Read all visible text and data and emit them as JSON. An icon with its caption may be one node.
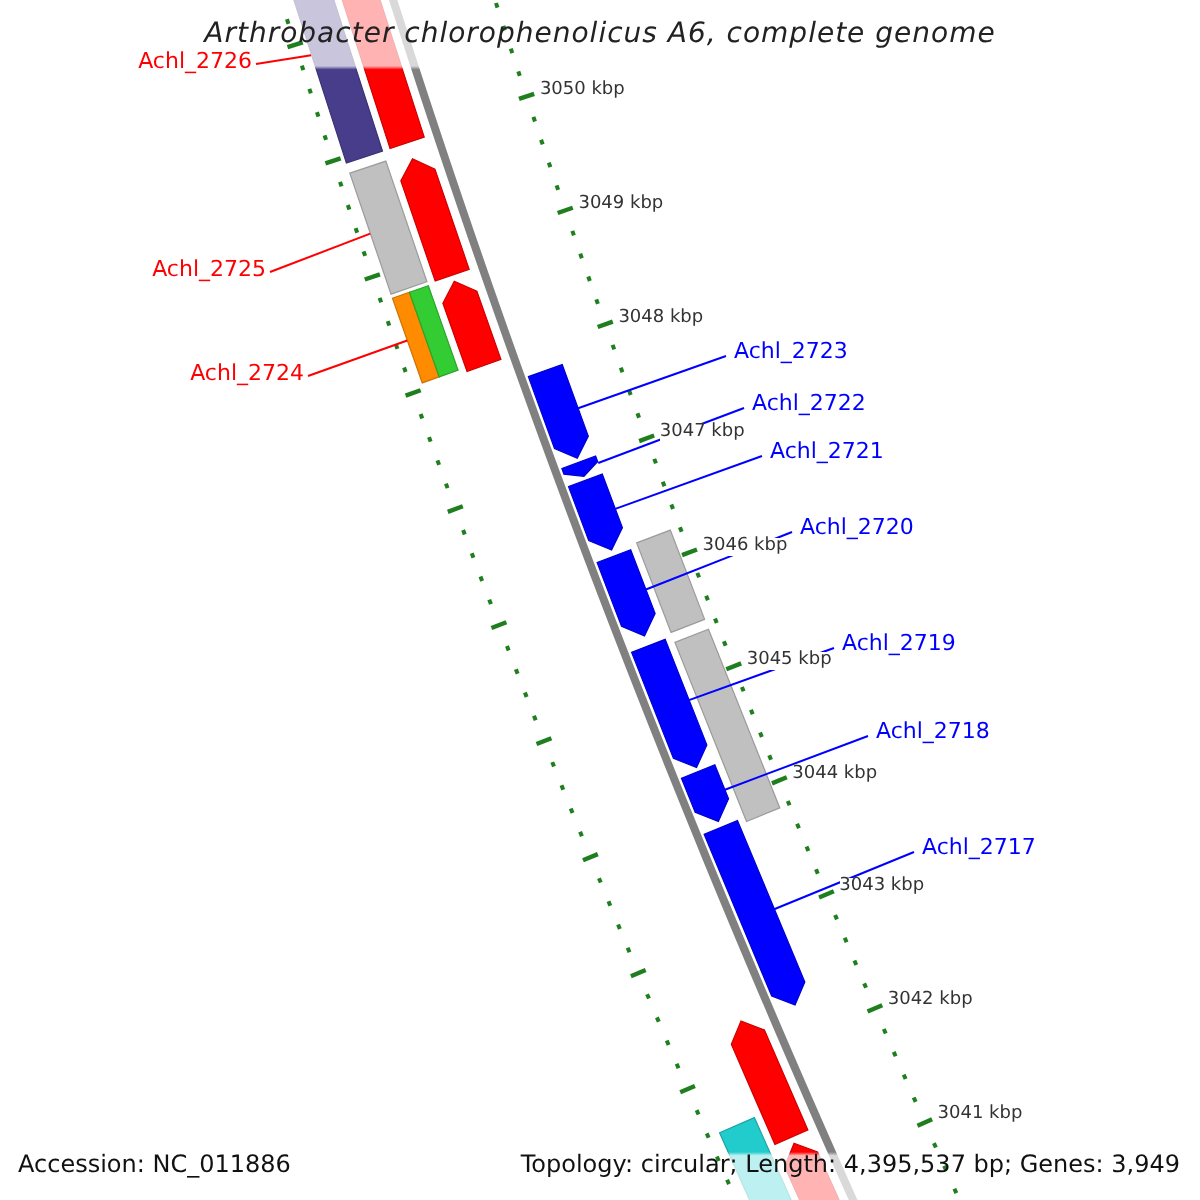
{
  "diagram": {
    "title": "Arthrobacter chlorophenolicus A6, complete genome",
    "nodes": [
      {
        "text": [
          "Achl_2726"
        ]
      },
      {
        "text": [
          "Achl_2725"
        ]
      },
      {
        "text": [
          "Achl_2724"
        ]
      },
      {
        "text": [
          "Achl_2723"
        ]
      },
      {
        "text": [
          "Achl_2722"
        ]
      },
      {
        "text": [
          "Achl_2721"
        ]
      },
      {
        "text": [
          "Achl_2720"
        ]
      },
      {
        "text": [
          "Achl_2719"
        ]
      },
      {
        "text": [
          "Achl_2718"
        ]
      },
      {
        "text": [
          "Achl_2717"
        ]
      },
      {
        "text": [],
        "shape": "bar"
      },
      {
        "text": [],
        "shape": "bar"
      },
      {
        "text": [],
        "shape": "bar"
      },
      {
        "text": [],
        "shape": "bar"
      },
      {
        "text": [],
        "shape": "bar"
      },
      {
        "text": [],
        "shape": "bar"
      },
      {
        "text": [],
        "shape": "bar"
      },
      {
        "text": [],
        "shape": "bar"
      },
      {
        "text": [],
        "shape": "bar"
      },
      {
        "text": [],
        "shape": "bar"
      },
      {
        "text": [],
        "shape": "bar"
      },
      {
        "text": [],
        "shape": "bar"
      },
      {
        "text": [],
        "shape": "bar"
      },
      {
        "text": [],
        "shape": "bar"
      },
      {
        "text": [],
        "shape": "bar"
      },
      {
        "text": [],
        "shape": "bar"
      },
      {
        "text": [],
        "shape": "bar"
      },
      {
        "text": [],
        "shape": "bar"
      },
      {
        "text": [],
        "shape": "bar"
      }
    ],
    "edges": [
      {
        "from": 0,
        "to": 10,
        "arrow": "none",
        "color": "#ff0000"
      },
      {
        "from": 1,
        "to": 11,
        "arrow": "none",
        "color": "#ff0000"
      },
      {
        "from": 2,
        "to": 12,
        "arrow": "none",
        "color": "#ff0000"
      },
      {
        "from": 3,
        "to": 13,
        "arrow": "none"
      },
      {
        "from": 4,
        "to": 14,
        "arrow": "none"
      },
      {
        "from": 5,
        "to": 15,
        "arrow": "none"
      },
      {
        "from": 6,
        "to": 16,
        "arrow": "none"
      },
      {
        "from": 7,
        "to": 17,
        "arrow": "none"
      },
      {
        "from": 8,
        "to": 18,
        "arrow": "none"
      },
      {
        "from": 9,
        "to": 19,
        "arrow": "none"
      }
    ],
    "labels": [
      "3050 kbp",
      "3049 kbp",
      "3048 kbp",
      "3047 kbp",
      "3046 kbp",
      "3045 kbp",
      "3044 kbp",
      "3043 kbp",
      "3042 kbp",
      "3041 kbp",
      "Accession: NC_011886",
      "Topology: circular; Length: 4,395,537 bp; Genes: 3,949"
    ]
  }
}
